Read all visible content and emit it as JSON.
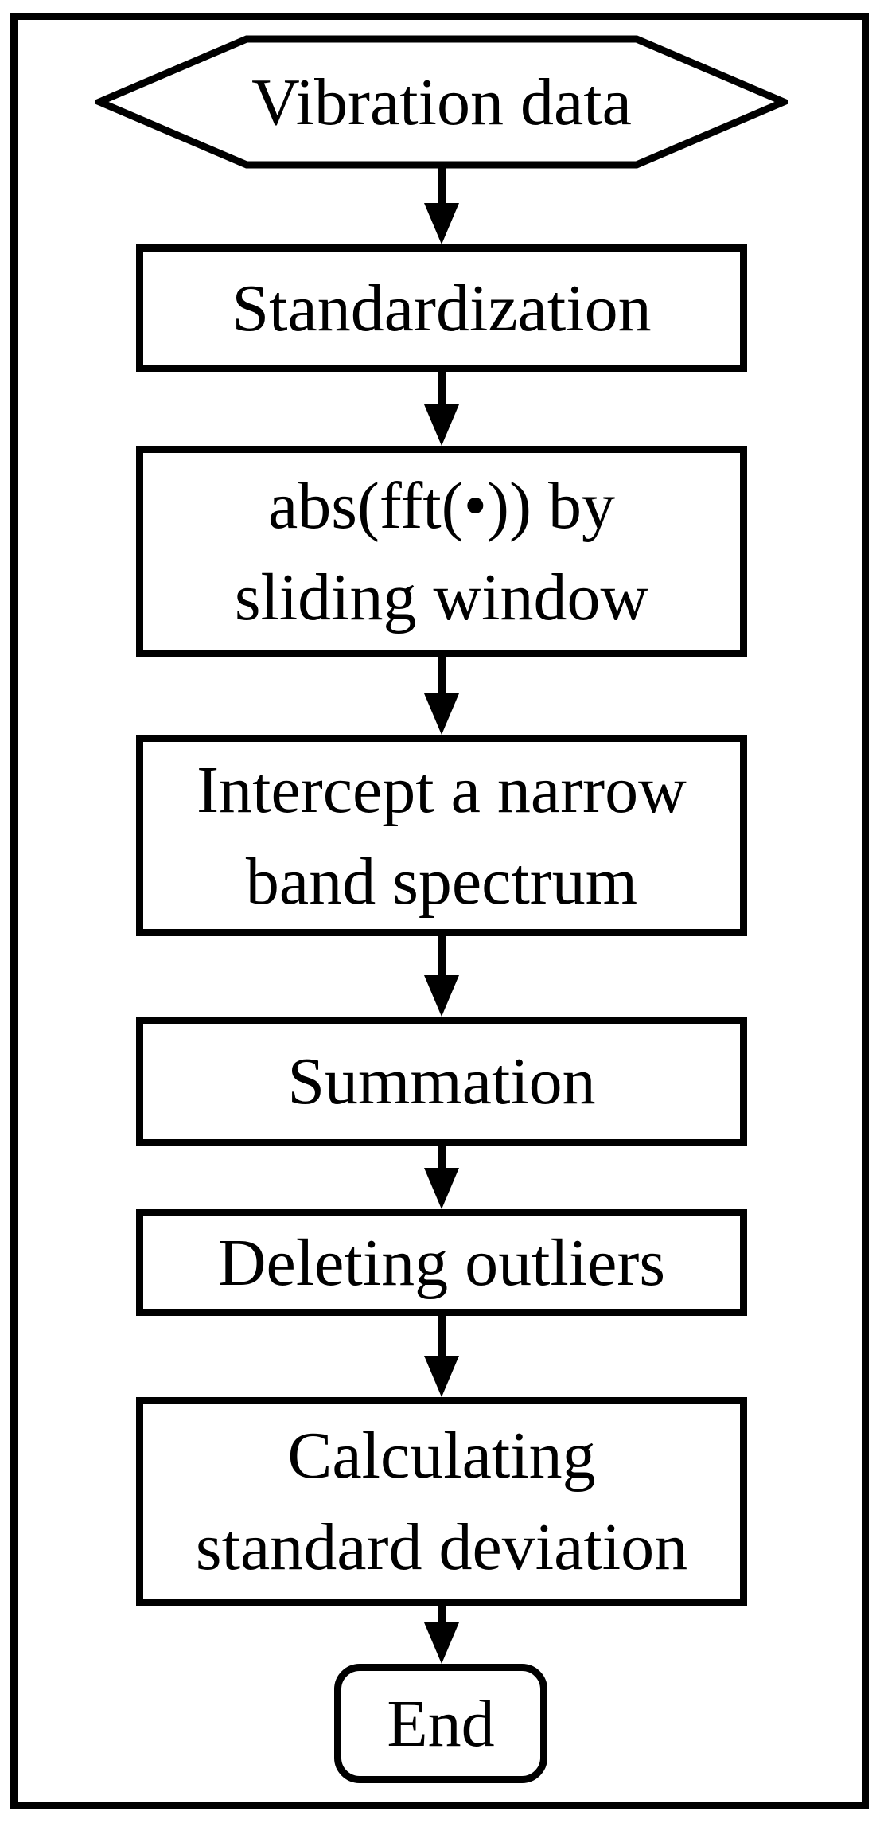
{
  "diagram": {
    "type": "flowchart",
    "background_color": "#ffffff",
    "shape_fill_color": "#ffffff",
    "stroke_color": "#000000",
    "text_color": "#000000",
    "nodes": [
      {
        "id": "vibration-data",
        "shape": "hexagon",
        "lines": [
          "Vibration data"
        ]
      },
      {
        "id": "standardization",
        "shape": "process",
        "lines": [
          "Standardization"
        ]
      },
      {
        "id": "fft-sliding-window",
        "shape": "process",
        "lines": [
          "abs(fft(•)) by",
          "sliding window"
        ]
      },
      {
        "id": "intercept-narrow-band",
        "shape": "process",
        "lines": [
          "Intercept a narrow",
          "band spectrum"
        ]
      },
      {
        "id": "summation",
        "shape": "process",
        "lines": [
          "Summation"
        ]
      },
      {
        "id": "deleting-outliers",
        "shape": "process",
        "lines": [
          "Deleting outliers"
        ]
      },
      {
        "id": "calculating-std",
        "shape": "process",
        "lines": [
          "Calculating",
          "standard deviation"
        ]
      },
      {
        "id": "end",
        "shape": "terminator",
        "lines": [
          "End"
        ]
      }
    ],
    "edges": [
      {
        "from": "vibration-data",
        "to": "standardization"
      },
      {
        "from": "standardization",
        "to": "fft-sliding-window"
      },
      {
        "from": "fft-sliding-window",
        "to": "intercept-narrow-band"
      },
      {
        "from": "intercept-narrow-band",
        "to": "summation"
      },
      {
        "from": "summation",
        "to": "deleting-outliers"
      },
      {
        "from": "deleting-outliers",
        "to": "calculating-std"
      },
      {
        "from": "calculating-std",
        "to": "end"
      }
    ]
  }
}
